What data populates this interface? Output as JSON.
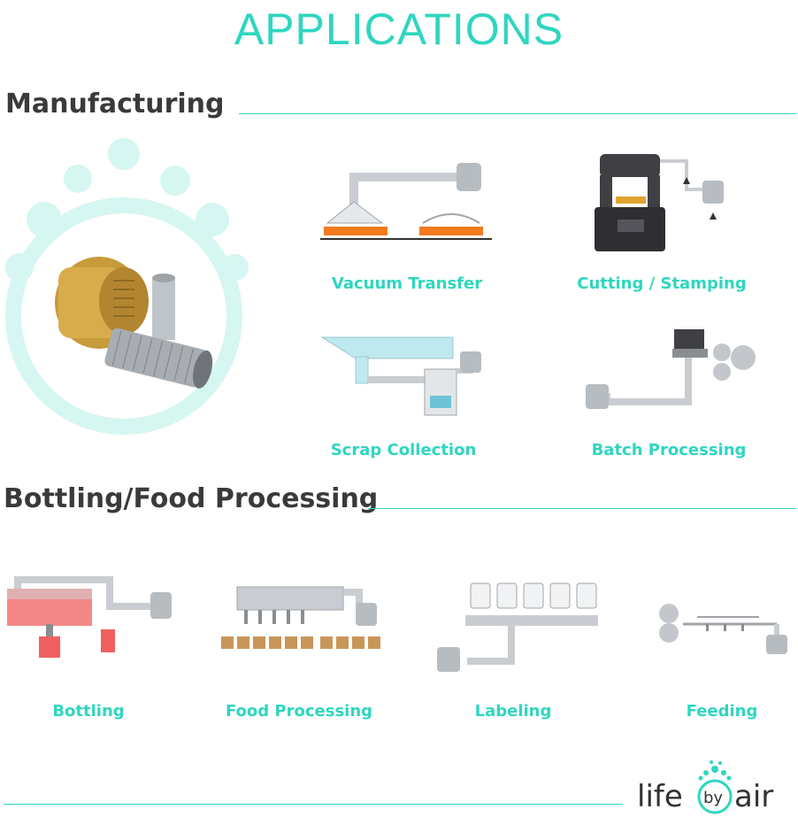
{
  "page": {
    "title": "APPLICATIONS"
  },
  "sections": {
    "manufacturing": {
      "heading": "Manufacturing",
      "items": [
        {
          "label": "Vacuum Transfer",
          "icon": "vacuum-transfer-diagram"
        },
        {
          "label": "Cutting / Stamping",
          "icon": "cutting-stamping-diagram"
        },
        {
          "label": "Scrap Collection",
          "icon": "scrap-collection-diagram"
        },
        {
          "label": "Batch Processing",
          "icon": "batch-processing-diagram"
        }
      ],
      "hero_icon": "ring-blower-product"
    },
    "bottling": {
      "heading": "Bottling/Food Processing",
      "items": [
        {
          "label": "Bottling",
          "icon": "bottling-diagram"
        },
        {
          "label": "Food Processing",
          "icon": "food-processing-diagram"
        },
        {
          "label": "Labeling",
          "icon": "labeling-diagram"
        },
        {
          "label": "Feeding",
          "icon": "feeding-diagram"
        }
      ]
    }
  },
  "brand": {
    "logo_text": "life by air"
  },
  "colors": {
    "accent": "#2fd6c0",
    "heading": "#3a3a3a",
    "orange": "#f47a20",
    "pipe": "#c9cdd1",
    "red": "#f06060"
  }
}
